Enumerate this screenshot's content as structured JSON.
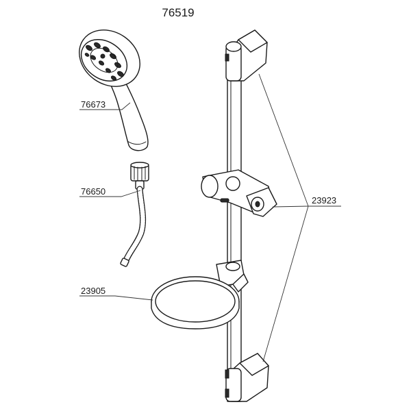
{
  "diagram": {
    "title": "76519",
    "parts": [
      {
        "id": "hand-shower",
        "number": "76673"
      },
      {
        "id": "shower-hose",
        "number": "76650"
      },
      {
        "id": "soap-dish",
        "number": "23905"
      },
      {
        "id": "slide-rail-set",
        "number": "23923"
      }
    ]
  }
}
